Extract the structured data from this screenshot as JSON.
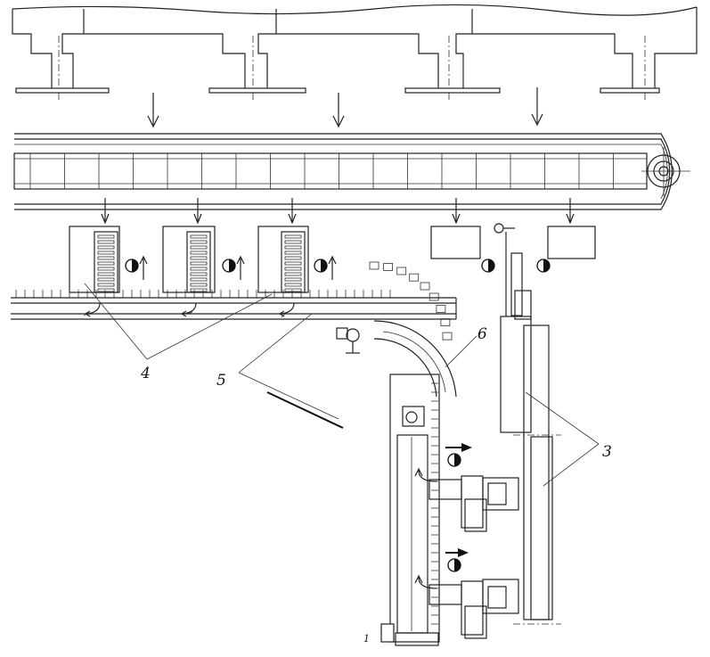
{
  "figure": {
    "callouts": [
      {
        "id": "machines",
        "label": "4"
      },
      {
        "id": "conveyor",
        "label": "5"
      },
      {
        "id": "turn",
        "label": "6"
      },
      {
        "id": "vertical",
        "label": "3"
      },
      {
        "id": "start",
        "label": "1"
      }
    ],
    "symbols": {
      "flow_arrow": "down-arrow-icon",
      "operator": "half-filled-circle-icon",
      "direction": "right-arrow-icon"
    },
    "colors": {
      "ink": "#222222",
      "paper": "#ffffff"
    }
  }
}
